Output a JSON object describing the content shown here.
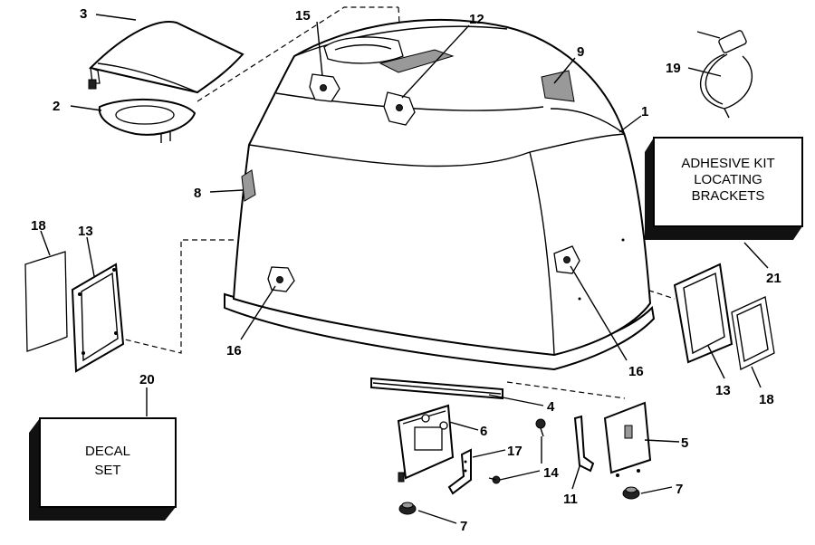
{
  "callouts": {
    "c1": "1",
    "c2": "2",
    "c3": "3",
    "c4": "4",
    "c5": "5",
    "c6": "6",
    "c7a": "7",
    "c7b": "7",
    "c8": "8",
    "c9": "9",
    "c11": "11",
    "c12": "12",
    "c13a": "13",
    "c13b": "13",
    "c14": "14",
    "c15": "15",
    "c16a": "16",
    "c16b": "16",
    "c17": "17",
    "c18a": "18",
    "c18b": "18",
    "c19": "19",
    "c20": "20",
    "c21": "21"
  },
  "boxes": {
    "adhesive_kit": [
      "ADHESIVE KIT",
      "LOCATING",
      "BRACKETS"
    ],
    "decal_set": [
      "DECAL",
      "SET"
    ]
  }
}
